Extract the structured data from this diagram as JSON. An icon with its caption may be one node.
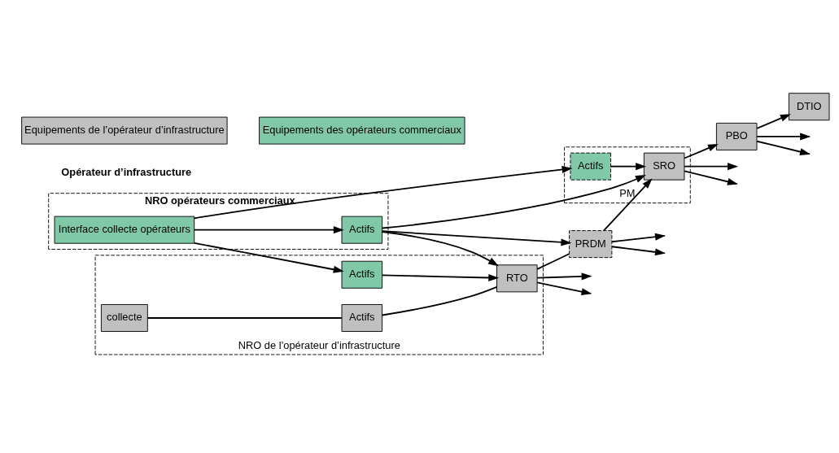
{
  "diagram": {
    "nodes": [
      {
        "text": [
          "NRO opérateurs commerciaux"
        ]
      },
      {
        "text": [
          "Interface collecte opérateurs"
        ],
        "in": 0
      },
      {
        "text": [
          "Actifs"
        ],
        "in": 0
      },
      {
        "text": [
          "NRO de l’opérateur d’infrastructure"
        ]
      },
      {
        "text": [
          "Actifs"
        ],
        "in": 3
      },
      {
        "text": [
          "collecte"
        ],
        "in": 3
      },
      {
        "text": [
          "Actifs"
        ],
        "in": 3
      },
      {
        "text": [
          "RTO"
        ],
        "in": 3
      },
      {
        "text": [
          "PRDM"
        ]
      },
      {
        "text": [
          "PM"
        ]
      },
      {
        "text": [
          "Actifs"
        ],
        "in": 9
      },
      {
        "text": [
          "SRO"
        ],
        "in": 9
      },
      {
        "text": [
          "PBO"
        ]
      },
      {
        "text": [
          "DTIO"
        ]
      }
    ],
    "edges": [
      {
        "from": 1,
        "to": 2,
        "arrow": "to"
      },
      {
        "from": 1,
        "to": 4,
        "arrow": "to"
      },
      {
        "from": 1,
        "to": 10,
        "arrow": "to"
      },
      {
        "from": 2,
        "to": 7,
        "arrow": "to"
      },
      {
        "from": 2,
        "to": 8,
        "arrow": "to"
      },
      {
        "from": 2,
        "to": 11,
        "arrow": "to"
      },
      {
        "from": 4,
        "to": 7,
        "arrow": "to"
      },
      {
        "from": 10,
        "to": 11,
        "arrow": "to"
      },
      {
        "from": 5,
        "to": 6,
        "arrow": "none"
      },
      {
        "from": 6,
        "to": 7,
        "arrow": "none"
      },
      {
        "from": 7,
        "to": null,
        "arrow": "to"
      },
      {
        "from": 7,
        "to": 8,
        "arrow": "none"
      },
      {
        "from": 7,
        "to": null,
        "arrow": "to"
      },
      {
        "from": 8,
        "to": null,
        "arrow": "to"
      },
      {
        "from": 8,
        "to": 11,
        "arrow": "to"
      },
      {
        "from": 8,
        "to": null,
        "arrow": "to"
      },
      {
        "from": 11,
        "to": null,
        "arrow": "to"
      },
      {
        "from": 11,
        "to": 12,
        "arrow": "to"
      },
      {
        "from": 11,
        "to": null,
        "arrow": "to"
      },
      {
        "from": 12,
        "to": null,
        "arrow": "to"
      },
      {
        "from": 12,
        "to": 13,
        "arrow": "to"
      },
      {
        "from": 12,
        "to": null,
        "arrow": "to"
      }
    ],
    "labels": [
      "Opérateur d’infrastructure"
    ],
    "legend": [
      {
        "text": "Equipements de l’opérateur d’infrastructure",
        "color": "#c0c0c0"
      },
      {
        "text": "Equipements des opérateurs commerciaux",
        "color": "#80c8a8"
      }
    ]
  }
}
